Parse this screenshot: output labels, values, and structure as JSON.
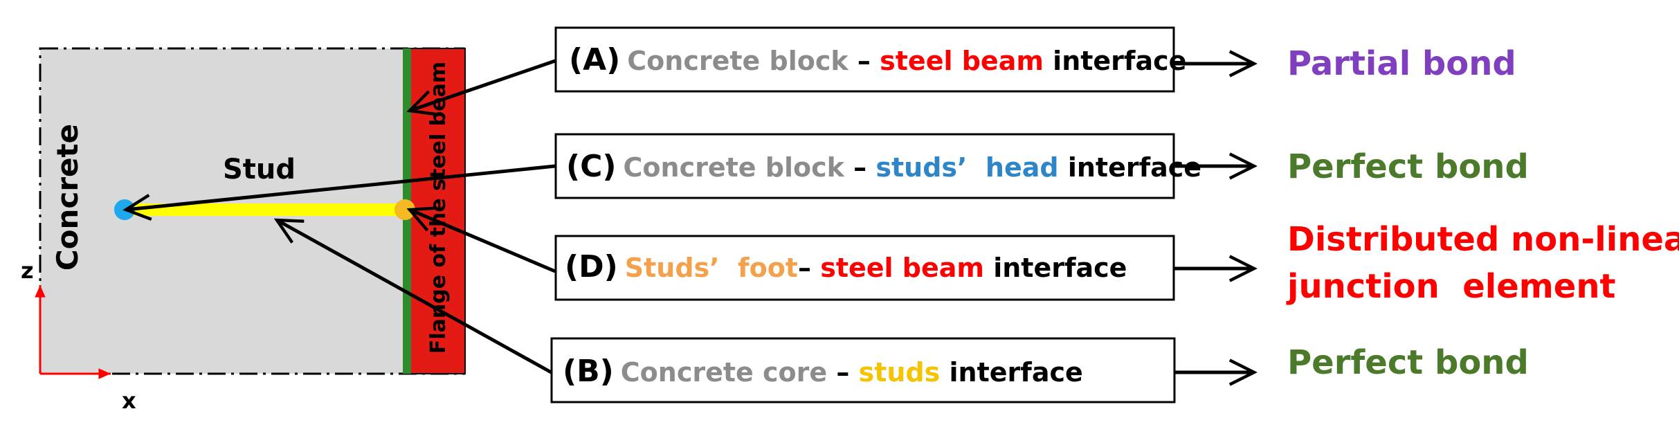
{
  "colors": {
    "concrete_fill": "#d9d9d9",
    "flange_fill": "#e31b14",
    "interface_green": "#2e8b2e",
    "stud_yellow": "#ffff00",
    "stud_head": "#1fa8ec",
    "stud_foot": "#f5b921",
    "axis_red": "#ff0000",
    "gray_text": "#8c8c8c",
    "red_text": "#ff0000",
    "blue_text": "#2e86c8",
    "orange_text": "#f5a04a",
    "gold_text": "#f5c400",
    "purple_text": "#7f3fbf",
    "green_text": "#4a7a2a"
  },
  "model": {
    "concrete_label": "Concrete",
    "flange_label": "Flange of the steel beam",
    "stud_label": "Stud",
    "axis_z": "z",
    "axis_x": "x"
  },
  "interfaces": [
    {
      "id": "A",
      "tag": "(A)",
      "part1": "Concrete block",
      "sep": " – ",
      "part2": "steel beam",
      "tail": " interface",
      "result_lines": [
        "Partial bond"
      ],
      "result_color": "purple"
    },
    {
      "id": "C",
      "tag": "(C)",
      "part1": "Concrete block",
      "sep": " – ",
      "part2": "studs’  head",
      "tail": " interface",
      "result_lines": [
        "Perfect bond"
      ],
      "result_color": "green"
    },
    {
      "id": "D",
      "tag": "(D)",
      "part1": "Studs’  foot",
      "sep": "– ",
      "part2": "steel beam",
      "tail": " interface",
      "result_lines": [
        "Distributed non-linear",
        "junction  element"
      ],
      "result_color": "red"
    },
    {
      "id": "B",
      "tag": "(B)",
      "part1": "Concrete core",
      "sep": " – ",
      "part2": "studs",
      "tail": " interface",
      "result_lines": [
        "Perfect bond"
      ],
      "result_color": "green"
    }
  ]
}
